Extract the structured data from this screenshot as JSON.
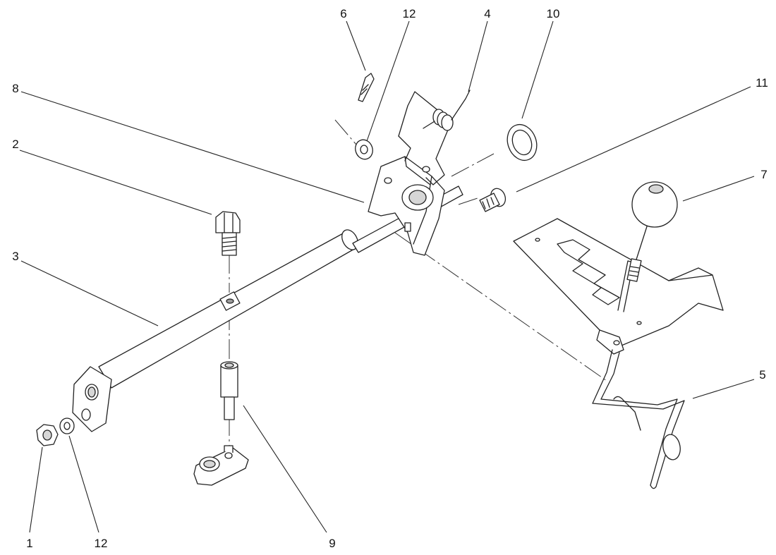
{
  "diagram": {
    "callouts": {
      "c1": "1",
      "c2": "2",
      "c3": "3",
      "c4": "4",
      "c5": "5",
      "c6": "6",
      "c7": "7",
      "c8": "8",
      "c9": "9",
      "c10": "10",
      "c11": "11",
      "c12_top": "12",
      "c12_bottom": "12"
    }
  }
}
